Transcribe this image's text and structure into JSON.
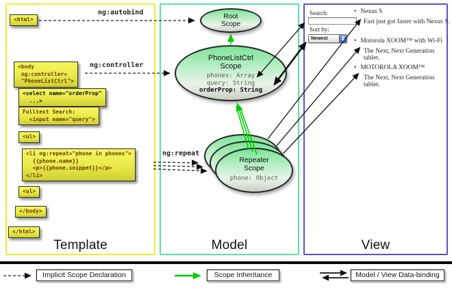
{
  "columns": {
    "template_label": "Template",
    "model_label": "Model",
    "view_label": "View"
  },
  "annotations": {
    "autobind": "ng:autobind",
    "controller": "ng:controller",
    "repeat": "ng:repeat"
  },
  "template": {
    "html_open": "<html>",
    "body_open": "<body\n ng:controller=\n \"PhoneListCtrl\">",
    "select_box": "<select name=\"orderProp\"\n  ...>",
    "fulltext_box": "Fulltext Search:\n  <input name=\"query\">",
    "ul_open": "<ul>",
    "li_box": "<li ng:repeat=\"phone in phones\">\n  {{phone.name}}\n  <p>{{phone.snippet}}</p>\n</li>",
    "ul_close": "<ul>",
    "body_close": "</body>",
    "html_close": "</html>"
  },
  "model": {
    "root_scope_title": "Root\nScope",
    "phonelist_title": "PhoneListCtrl\nScope",
    "phonelist_props": "phones: Array\nquery: String",
    "phonelist_bold_prop": "orderProp: String",
    "repeater_title": "Repeater\nScope",
    "repeater_prop": "phone: Object"
  },
  "view": {
    "search_label": "Search:",
    "search_value": "",
    "sort_label": "Sort by:",
    "sort_value": "Newest",
    "bullet": "•",
    "items": [
      {
        "name": "Nexus S",
        "snippet": "Fast just got faster with Nexus S."
      },
      {
        "name": "Motorola XOOM™ with Wi-Fi",
        "snippet": "The Next, Next Generation tablet."
      },
      {
        "name": "MOTOROLA XOOM™",
        "snippet": "The Next, Next Generation tablet."
      }
    ]
  },
  "legend": {
    "implicit": "Implicit Scope Declaration",
    "inheritance": "Scope Inheritance",
    "databinding": "Model / View Data-binding"
  },
  "colors": {
    "template_border": "#f0ee2a",
    "model_border": "#58e29e",
    "view_border": "#5e50c8",
    "inheritance_green": "#00cc00",
    "code_box_yellow": "#e8e84a"
  }
}
